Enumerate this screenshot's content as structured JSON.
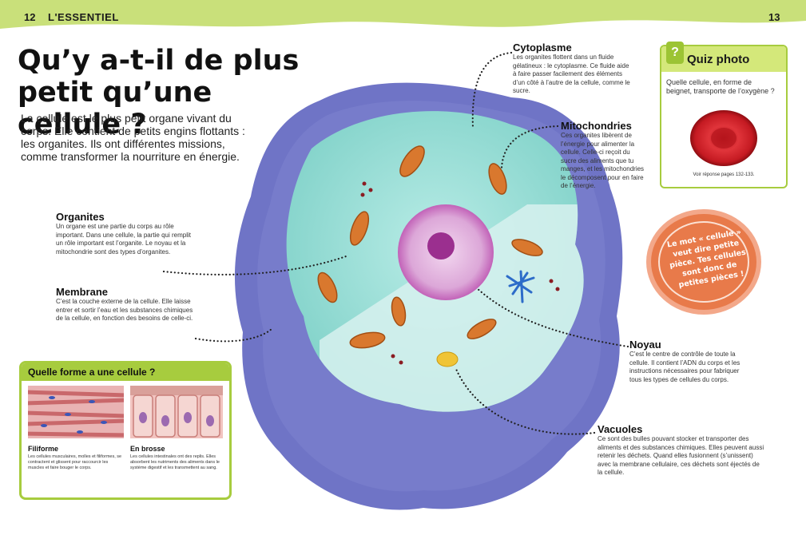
{
  "header": {
    "page_left": "12",
    "section": "L'ESSENTIEL",
    "page_right": "13"
  },
  "title": "Qu’y a-t-il de plus petit qu’une cellule ?",
  "intro": "La cellule est le plus petit organe vivant du corps. Elle contient de petits engins flottants : les organites. Ils ont différentes missions, comme transformer la nourriture en énergie.",
  "labels": {
    "cytoplasme": {
      "title": "Cytoplasme",
      "text": "Les organites flottent dans un fluide gélatineux : le cytoplasme. Ce fluide aide à faire passer facilement des éléments d’un côté à l’autre de la cellule, comme le sucre."
    },
    "mitochondries": {
      "title": "Mitochondries",
      "text": "Ces organites libèrent de l’énergie pour alimenter la cellule. Celle-ci reçoit du sucre des aliments que tu manges, et les mitochondries le décomposent pour en faire de l’énergie."
    },
    "organites": {
      "title": "Organites",
      "text": "Un organe est une partie du corps au rôle important. Dans une cellule, la partie qui remplit un rôle important est l’organite. Le noyau et la mitochondrie sont des types d’organites."
    },
    "membrane": {
      "title": "Membrane",
      "text": "C’est la couche externe de la cellule. Elle laisse entrer et sortir l’eau et les substances chimiques de la cellule, en fonction des besoins de celle-ci."
    },
    "noyau": {
      "title": "Noyau",
      "text": "C’est le centre de contrôle de toute la cellule. Il contient l’ADN du corps et les instructions nécessaires pour fabriquer tous les types de cellules du corps."
    },
    "vacuoles": {
      "title": "Vacuoles",
      "text": "Ce sont des bulles pouvant stocker et transporter des aliments et des substances chimiques. Elles peuvent aussi retenir les déchets. Quand elles fusionnent (s’unissent) avec la membrane cellulaire, ces déchets sont éjectés de la cellule."
    }
  },
  "quiz": {
    "icon": "?",
    "title": "Quiz photo",
    "question": "Quelle cellule, en forme de beignet, transporte de l’oxygène ?",
    "answer_ref": "Voir réponse pages 132-133."
  },
  "stamp": {
    "text": "Le mot « cellule » veut dire petite pièce. Tes cellules sont donc de petites pièces !"
  },
  "shapes": {
    "title": "Quelle forme a une cellule ?",
    "filiforme": {
      "title": "Filiforme",
      "text": "Les cellules musculaires, molles et filiformes, se contractent et glissent pour raccourcir les muscles et faire bouger le corps."
    },
    "brosse": {
      "title": "En brosse",
      "text": "Les cellules intestinales ont des replis. Elles absorbent les nutriments des aliments dans le système digestif et les transmettent au sang."
    }
  },
  "colors": {
    "header_green": "#c9e07a",
    "accent_green": "#a7cc3e",
    "membrane_blue": "#6f74c6",
    "cytoplasm_teal": "#8fd9d0",
    "nucleus_pink": "#cf72c6",
    "mito_orange": "#d9782e",
    "stamp_orange": "#e87a4a"
  }
}
